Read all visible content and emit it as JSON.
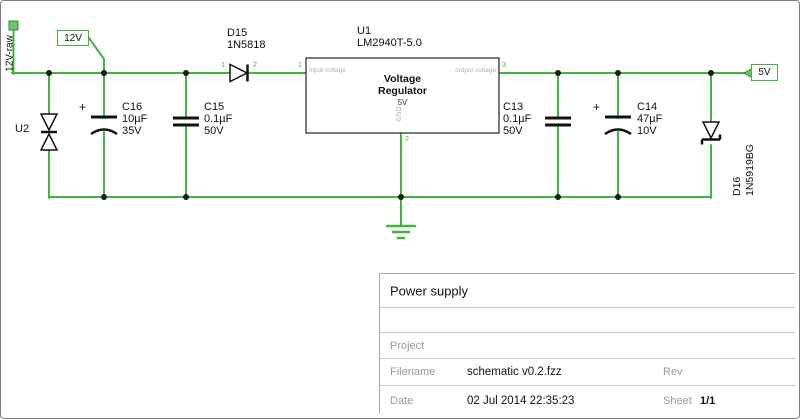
{
  "colors": {
    "wire": "#3fb53f",
    "component": "#111111",
    "muted_text": "#b0b0b0",
    "junction": "#1a1a1a"
  },
  "nets": {
    "raw": "12V-raw",
    "v12": "12V",
    "v5": "5V"
  },
  "components": {
    "u2": {
      "ref": "U2"
    },
    "c16": {
      "ref": "C16",
      "value": "10µF",
      "voltage": "35V",
      "plus": "+"
    },
    "c15": {
      "ref": "C15",
      "value": "0.1µF",
      "voltage": "50V"
    },
    "d15": {
      "ref": "D15",
      "part": "1N5818",
      "pin1": "1",
      "pin2": "2"
    },
    "u1": {
      "ref": "U1",
      "part": "LM2940T-5.0",
      "input_label": "input voltage",
      "output_label": "output voltage",
      "center_line1": "Voltage",
      "center_line2": "Regulator",
      "center_line3": "5V",
      "gnd_label": "GND",
      "pin_in": "1",
      "pin_out": "3",
      "pin_gnd": "2"
    },
    "c13": {
      "ref": "C13",
      "value": "0.1µF",
      "voltage": "50V"
    },
    "c14": {
      "ref": "C14",
      "value": "47µF",
      "voltage": "10V",
      "plus": "+"
    },
    "d16": {
      "ref": "D16",
      "part": "1N5919BG"
    }
  },
  "title_block": {
    "title": "Power supply",
    "project_label": "Project",
    "filename_label": "Filename",
    "filename_value": "schematic v0.2.fzz",
    "rev_label": "Rev",
    "date_label": "Date",
    "date_value": "02 Jul 2014 22:35:23",
    "sheet_label": "Sheet",
    "sheet_value": "1/1"
  }
}
